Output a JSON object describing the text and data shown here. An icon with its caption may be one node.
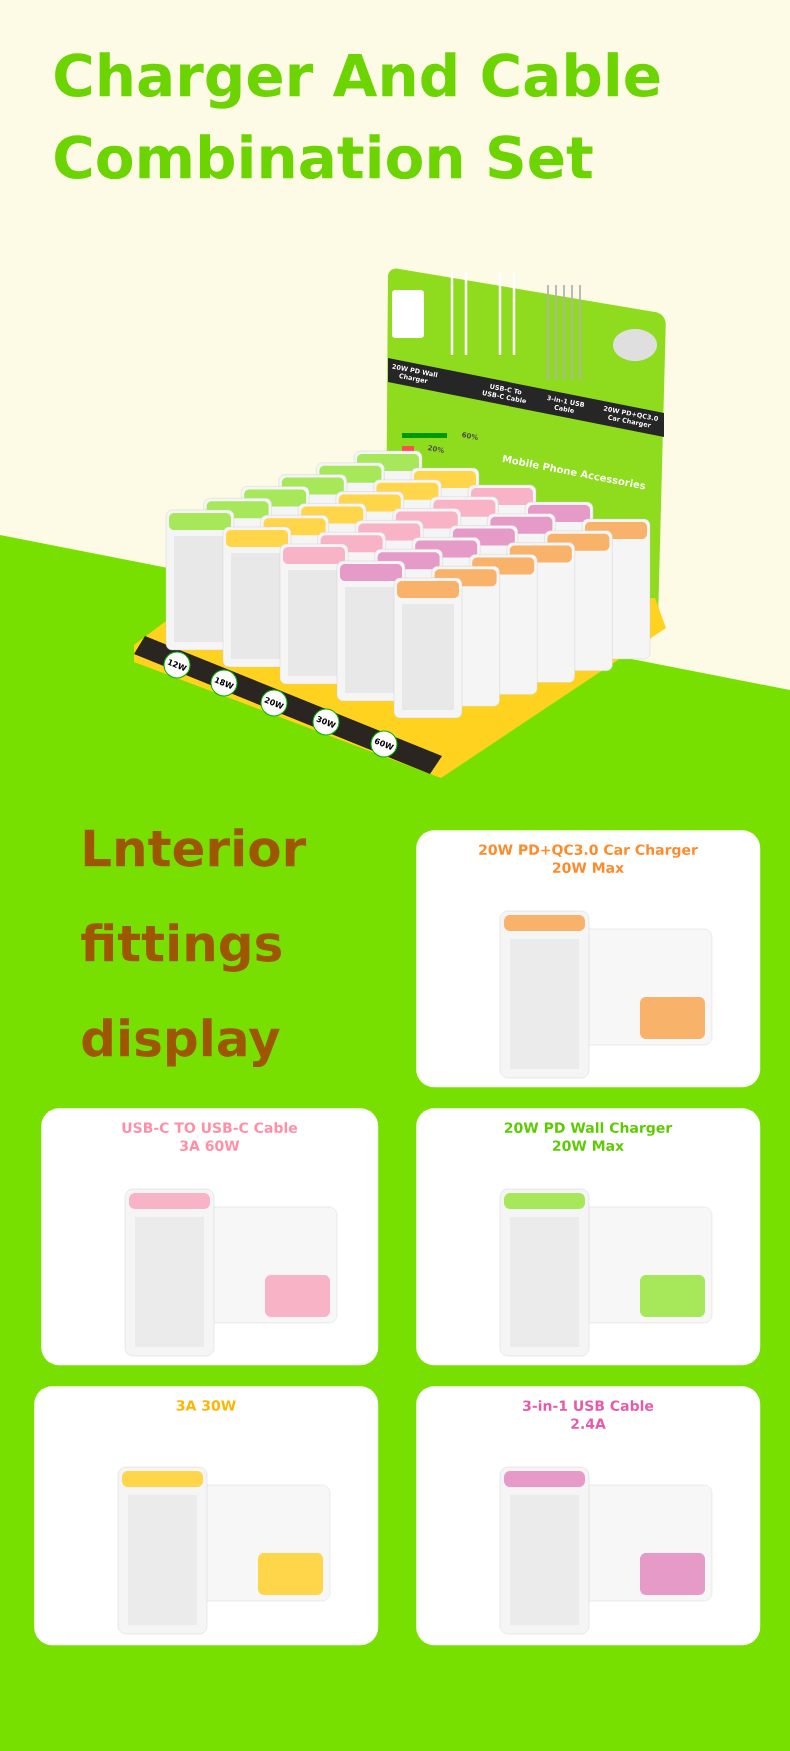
{
  "diagram": {
    "title": "Charger And Cable Combination Set",
    "nodes": [
      {
        "text": [
          "20W PD+QC3.0 Car Charger",
          "20W Max"
        ]
      },
      {
        "text": [
          "USB-C TO USB-C Cable",
          "3A 60W"
        ]
      },
      {
        "text": [
          "20W PD Wall Charger",
          "20W Max"
        ]
      },
      {
        "text": [
          "3A 30W"
        ]
      },
      {
        "text": [
          "3-in-1 USB Cable",
          "2.4A"
        ]
      }
    ],
    "labels": [
      "20W PD Wall Charger",
      "USB-C To USB-C Cable",
      "3-in-1 USB Cable",
      "20W PD+QC3.0 Car Charger",
      "60%",
      "20%",
      "Mobile Phone Accessories",
      "12W",
      "18W",
      "20W",
      "30W",
      "60W",
      "Lnterior fittings display"
    ]
  }
}
